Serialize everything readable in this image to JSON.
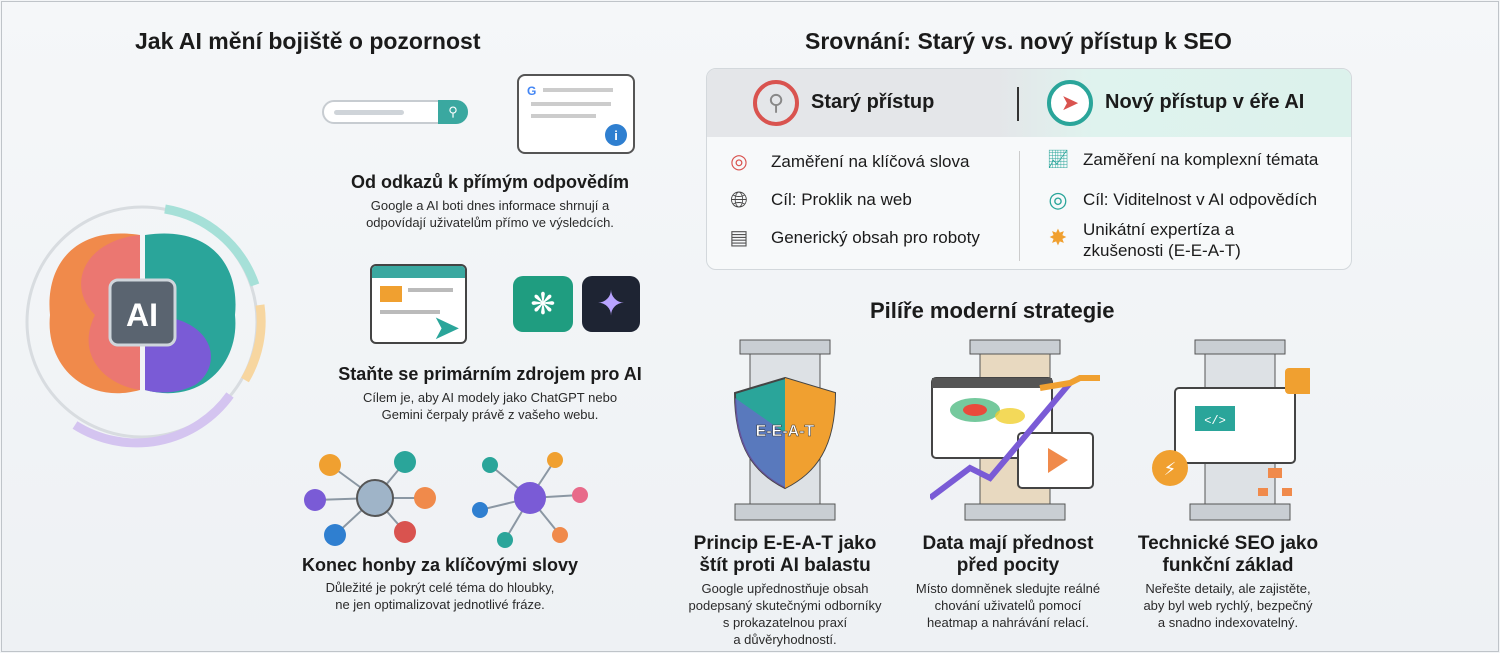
{
  "left": {
    "title": "Jak AI mění bojiště o pozornost",
    "brain_label": "AI",
    "blocks": [
      {
        "title": "Od odkazů k přímým odpovědím",
        "lines": [
          "Google a AI boti dnes informace shrnují a",
          "odpovídají uživatelům přímo ve výsledcích."
        ]
      },
      {
        "title": "Staňte se primárním zdrojem pro AI",
        "lines": [
          "Cílem je, aby AI modely jako ChatGPT nebo",
          "Gemini čerpaly právě z vašeho webu."
        ]
      },
      {
        "title": "Konec honby za klíčovými slovy",
        "lines": [
          "Důležité je pokrýt celé téma do hloubky,",
          "ne jen optimalizovat jednotlivé fráze."
        ]
      }
    ]
  },
  "comparison": {
    "title": "Srovnání: Starý vs. nový přístup k SEO",
    "old": {
      "heading": "Starý přístup",
      "items": [
        "Zaměření na klíčová slova",
        "Cíl: Proklik na web",
        "Generický obsah pro roboty"
      ]
    },
    "new": {
      "heading": "Nový přístup v éře AI",
      "items": [
        "Zaměření na komplexní témata",
        "Cíl: Viditelnost v AI odpovědích",
        "Unikátní expertíza a",
        "zkušenosti (E-E-A-T)"
      ]
    }
  },
  "pillars": {
    "title": "Pilíře moderní strategie",
    "shield_label": "E-E-A-T",
    "items": [
      {
        "title1": "Princip E-E-A-T jako",
        "title2": "štít proti AI balastu",
        "lines": [
          "Google upřednostňuje obsah",
          "podepsaný skutečnými odborníky",
          "s prokazatelnou praxí",
          "a důvěryhodností."
        ]
      },
      {
        "title1": "Data mají přednost",
        "title2": "před pocity",
        "lines": [
          "Místo domněnek sledujte reálné",
          "chování uživatelů pomocí",
          "heatmap a nahrávání relací."
        ]
      },
      {
        "title1": "Technické SEO jako",
        "title2": "funkční základ",
        "lines": [
          "Neřešte detaily, ale zajistěte,",
          "aby byl web rychlý, bezpečný",
          "a snadno indexovatelný."
        ]
      }
    ]
  },
  "colors": {
    "teal": "#2aa59a",
    "red": "#d9534f",
    "purple": "#7a5bd6",
    "orange": "#f0a030"
  }
}
